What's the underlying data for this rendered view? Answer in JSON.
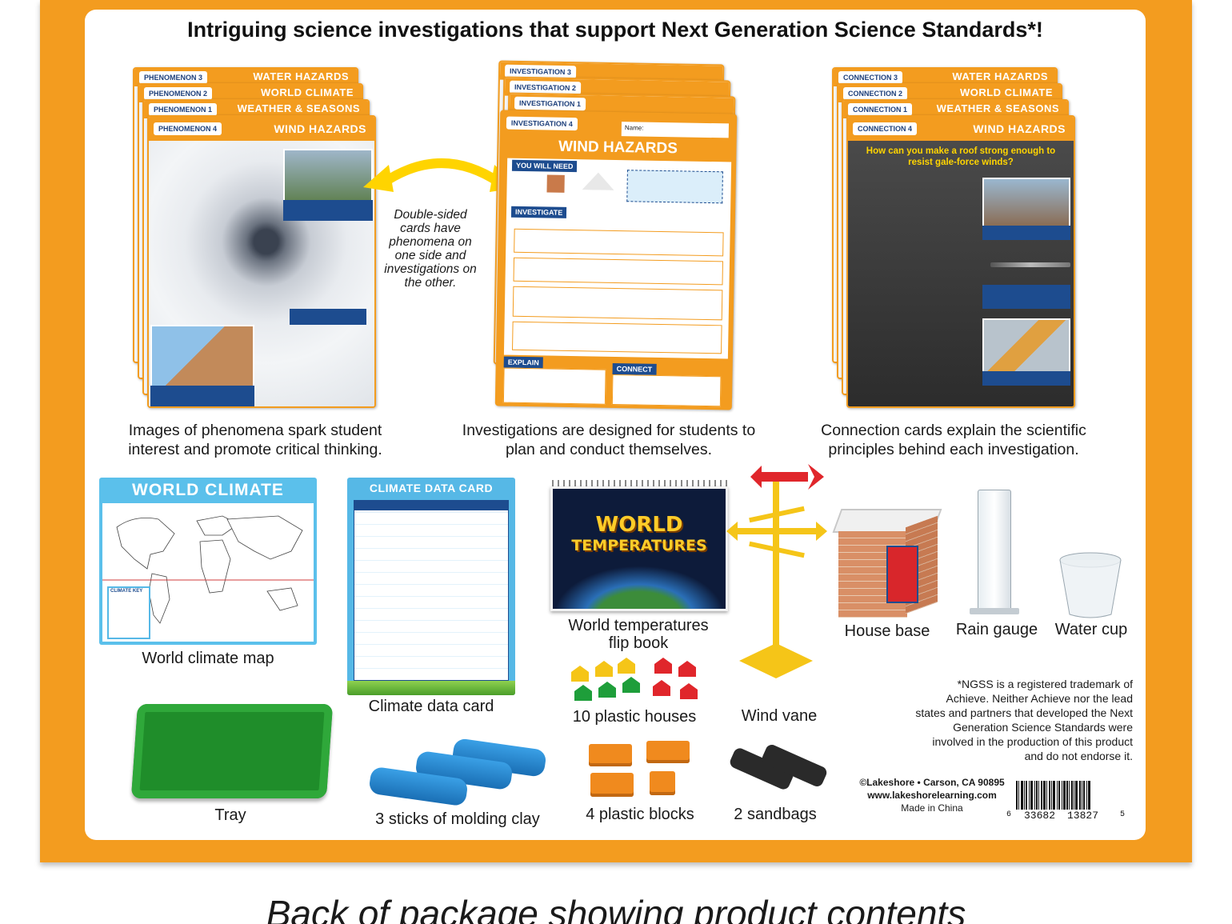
{
  "headline": "Intriguing science investigations that support Next Generation Science Standards*!",
  "phenomenon_cards": [
    {
      "tab": "PHENOMENON 3",
      "title": "WATER HAZARDS"
    },
    {
      "tab": "PHENOMENON 2",
      "title": "WORLD CLIMATE"
    },
    {
      "tab": "PHENOMENON 1",
      "title": "WEATHER & SEASONS"
    },
    {
      "tab": "PHENOMENON 4",
      "title": "WIND HAZARDS"
    }
  ],
  "investigation_cards": [
    {
      "tab": "INVESTIGATION 3"
    },
    {
      "tab": "INVESTIGATION 2"
    },
    {
      "tab": "INVESTIGATION 1"
    },
    {
      "tab": "INVESTIGATION 4",
      "title": "WIND HAZARDS"
    }
  ],
  "investigation_sections": {
    "you_will_need": "YOU WILL NEED",
    "investigate": "INVESTIGATE",
    "explain": "EXPLAIN",
    "connect": "CONNECT",
    "name_label": "Name:"
  },
  "connection_cards": [
    {
      "tab": "CONNECTION 3",
      "title": "WATER HAZARDS"
    },
    {
      "tab": "CONNECTION 2",
      "title": "WORLD CLIMATE"
    },
    {
      "tab": "CONNECTION 1",
      "title": "WEATHER & SEASONS"
    },
    {
      "tab": "CONNECTION 4",
      "title": "WIND HAZARDS"
    }
  ],
  "connection_question": "How can you make a roof strong enough to resist gale-force winds?",
  "double_sided_note": "Double-sided cards have phenomena on one side and investigations on the other.",
  "captions": {
    "phenomena": "Images of phenomena spark student interest and promote critical thinking.",
    "investigations": "Investigations are designed for students to plan and conduct themselves.",
    "connections": "Connection cards explain the scientific principles behind each investigation."
  },
  "map_title": "WORLD CLIMATE",
  "map_key": "CLIMATE KEY",
  "data_card_title": "CLIMATE DATA CARD",
  "flip_book_title_1": "WORLD",
  "flip_book_title_2": "TEMPERATURES",
  "products": {
    "map": "World climate map",
    "data_card": "Climate data card",
    "flip_book": "World temperatures flip book",
    "houses": "10 plastic houses",
    "wind_vane": "Wind vane",
    "house_base": "House base",
    "rain_gauge": "Rain gauge",
    "water_cup": "Water cup",
    "tray": "Tray",
    "clay": "3 sticks of molding clay",
    "blocks": "4 plastic blocks",
    "sandbags": "2 sandbags"
  },
  "ngss_note": "*NGSS is a registered trademark of Achieve. Neither Achieve nor the lead states and partners that developed the Next Generation Science Standards were involved in the production of this product and do not endorse it.",
  "company": {
    "line1": "©Lakeshore • Carson, CA 90895",
    "line2": "www.lakeshorelearning.com",
    "line3": "Made in China"
  },
  "barcode_digits": {
    "left": "6",
    "group1": "33682",
    "group2": "13827",
    "right": "5"
  },
  "bottom_caption": "Back of package showing product contents",
  "colors": {
    "orange": "#f39c1f",
    "navy": "#1d4c8f",
    "sky": "#56b8e6",
    "yellow": "#ffcc29",
    "green": "#1f8d2a"
  }
}
